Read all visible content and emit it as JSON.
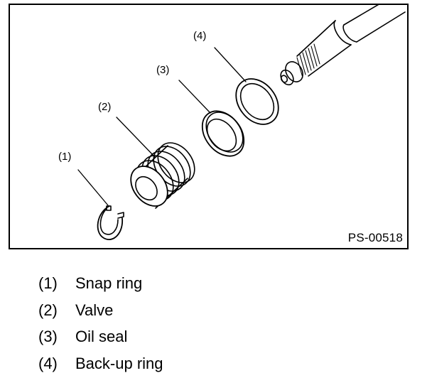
{
  "figure": {
    "code": "PS-00518",
    "callouts": [
      "(1)",
      "(2)",
      "(3)",
      "(4)"
    ]
  },
  "legend": [
    {
      "num": "(1)",
      "label": "Snap ring"
    },
    {
      "num": "(2)",
      "label": "Valve"
    },
    {
      "num": "(3)",
      "label": "Oil seal"
    },
    {
      "num": "(4)",
      "label": "Back-up ring"
    }
  ]
}
